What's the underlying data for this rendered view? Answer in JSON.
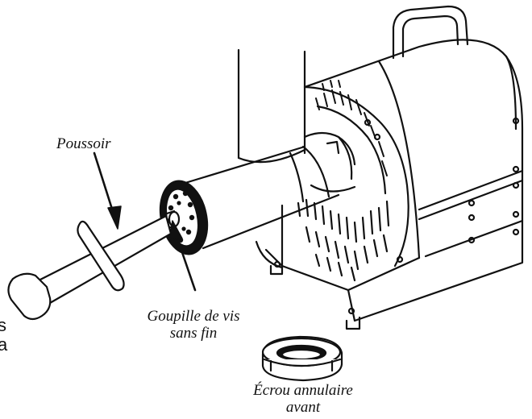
{
  "labels": {
    "pusher": "Poussoir",
    "screw_pin_line1": "Goupille de vis",
    "screw_pin_line2": "sans fin",
    "front_nut_line1": "Écrou annulaire",
    "front_nut_line2": "avant"
  },
  "cropped_text": {
    "line1": "s",
    "line2": "a"
  },
  "colors": {
    "ink": "#111111",
    "paper": "#ffffff"
  }
}
